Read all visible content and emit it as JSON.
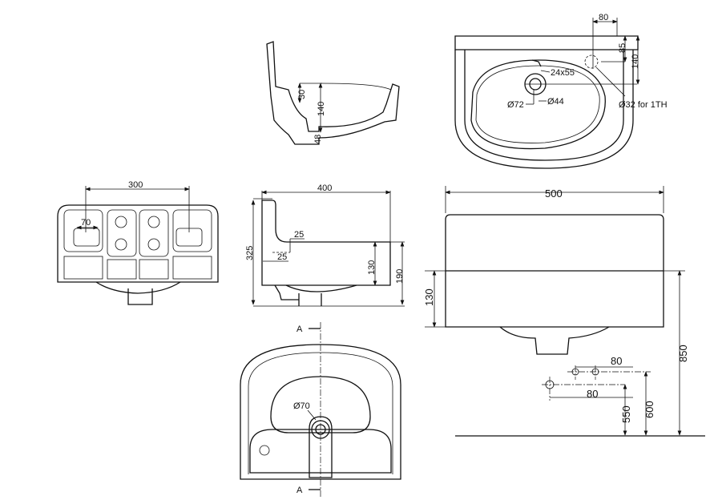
{
  "top_view": {
    "dim_80": "80",
    "dim_85": "85",
    "dim_140": "140",
    "slot": "24x55",
    "d72": "Ø72",
    "d44": "Ø44",
    "tap_hole": "Ø32 for 1TH"
  },
  "section_view": {
    "dim_30": "30",
    "dim_140": "140",
    "dim_48": "48"
  },
  "back_view": {
    "dim_300": "300",
    "dim_70": "70"
  },
  "side_view": {
    "dim_400": "400",
    "dim_325": "325",
    "dim_25a": "25",
    "dim_25b": "25",
    "dim_130": "130",
    "dim_190": "190"
  },
  "plan_view": {
    "section_a_top": "A",
    "section_a_bottom": "A",
    "d70": "Ø70"
  },
  "install_view": {
    "dim_500": "500",
    "dim_130": "130",
    "dim_850": "850",
    "dim_80a": "80",
    "dim_80b": "80",
    "dim_550": "550",
    "dim_600": "600"
  }
}
